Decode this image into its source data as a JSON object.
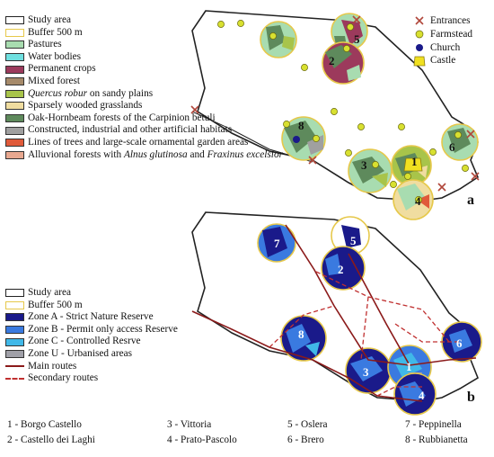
{
  "panel_a": {
    "letter": "a",
    "legend": [
      {
        "key": "study_area",
        "label": "Study area",
        "fill": "#ffffff",
        "stroke": "#222222"
      },
      {
        "key": "buffer",
        "label": "Buffer 500 m",
        "fill": "#ffffff",
        "stroke": "#e6c84a"
      },
      {
        "key": "pastures",
        "label": "Pastures",
        "fill": "#a8dcb0",
        "stroke": "#333333"
      },
      {
        "key": "water",
        "label": "Water bodies",
        "fill": "#6fe0e0",
        "stroke": "#333333"
      },
      {
        "key": "permanent_crops",
        "label": "Permanent crops",
        "fill": "#9c3a5c",
        "stroke": "#333333"
      },
      {
        "key": "mixed_forest",
        "label": "Mixed forest",
        "fill": "#a68a6a",
        "stroke": "#333333"
      },
      {
        "key": "quercus",
        "label_italic": "Quercus robur",
        "label_rest": " on sandy plains",
        "fill": "#a8c44a",
        "stroke": "#333333"
      },
      {
        "key": "grasslands",
        "label": "Sparsely wooded grasslands",
        "fill": "#f0dda0",
        "stroke": "#333333"
      },
      {
        "key": "oak_hornbeam",
        "label": "Oak-Hornbeam forests of the Carpinion betuli",
        "fill": "#5e8a5c",
        "stroke": "#333333"
      },
      {
        "key": "constructed",
        "label": "Constructed, industrial and other artificial habitats",
        "fill": "#a0a0a0",
        "stroke": "#333333"
      },
      {
        "key": "trees_lines",
        "label": "Lines of trees and large-scale ornamental garden areas",
        "fill": "#e05a3a",
        "stroke": "#333333"
      },
      {
        "key": "alluvial",
        "label_prefix": "Alluvional forests with ",
        "label_italic1": "Alnus glutinosa",
        "label_mid": " and ",
        "label_italic2": "Fraxinus excelsior",
        "fill": "#e8a890",
        "stroke": "#333333"
      }
    ],
    "point_legend": [
      {
        "key": "entrances",
        "label": "Entrances",
        "color": "#b0473b"
      },
      {
        "key": "farmstead",
        "label": "Farmstead",
        "color": "#d8e030"
      },
      {
        "key": "church",
        "label": "Church",
        "color": "#1a1a8a"
      },
      {
        "key": "castle",
        "label": "Castle",
        "color": "#f0e020"
      }
    ],
    "site_labels": [
      "5",
      "2",
      "8",
      "3",
      "1",
      "4",
      "6"
    ]
  },
  "panel_b": {
    "letter": "b",
    "legend": [
      {
        "key": "study_area",
        "label": "Study area",
        "type": "box",
        "fill": "#ffffff",
        "stroke": "#222222"
      },
      {
        "key": "buffer",
        "label": "Buffer 500 m",
        "type": "box",
        "fill": "#ffffff",
        "stroke": "#e6c84a"
      },
      {
        "key": "zone_a",
        "label": "Zone A - Strict Nature Reserve",
        "type": "box",
        "fill": "#1a1a8a",
        "stroke": "#333333"
      },
      {
        "key": "zone_b",
        "label": "Zone B - Permit only access Reserve",
        "type": "box",
        "fill": "#3a7ae0",
        "stroke": "#333333"
      },
      {
        "key": "zone_c",
        "label": "Zone C - Controlled Resrve",
        "type": "box",
        "fill": "#40b8e8",
        "stroke": "#333333"
      },
      {
        "key": "zone_u",
        "label": "Zone U - Urbanised areas",
        "type": "box",
        "fill": "#a0a0a8",
        "stroke": "#333333"
      },
      {
        "key": "main_routes",
        "label": "Main routes",
        "type": "line",
        "color": "#8b1a1a",
        "dash": "none"
      },
      {
        "key": "secondary_routes",
        "label": "Secondary routes",
        "type": "line",
        "color": "#c03030",
        "dash": "dashed"
      }
    ],
    "site_labels": [
      "7",
      "5",
      "2",
      "8",
      "3",
      "1",
      "4",
      "6"
    ]
  },
  "site_names": [
    [
      "1 - Borgo Castello",
      "2 - Castello dei Laghi"
    ],
    [
      "3 - Vittoria",
      "4 - Prato-Pascolo"
    ],
    [
      "5 - Oslera",
      "6 - Brero"
    ],
    [
      "7 - Peppinella",
      "8 - Rubbianetta"
    ]
  ]
}
